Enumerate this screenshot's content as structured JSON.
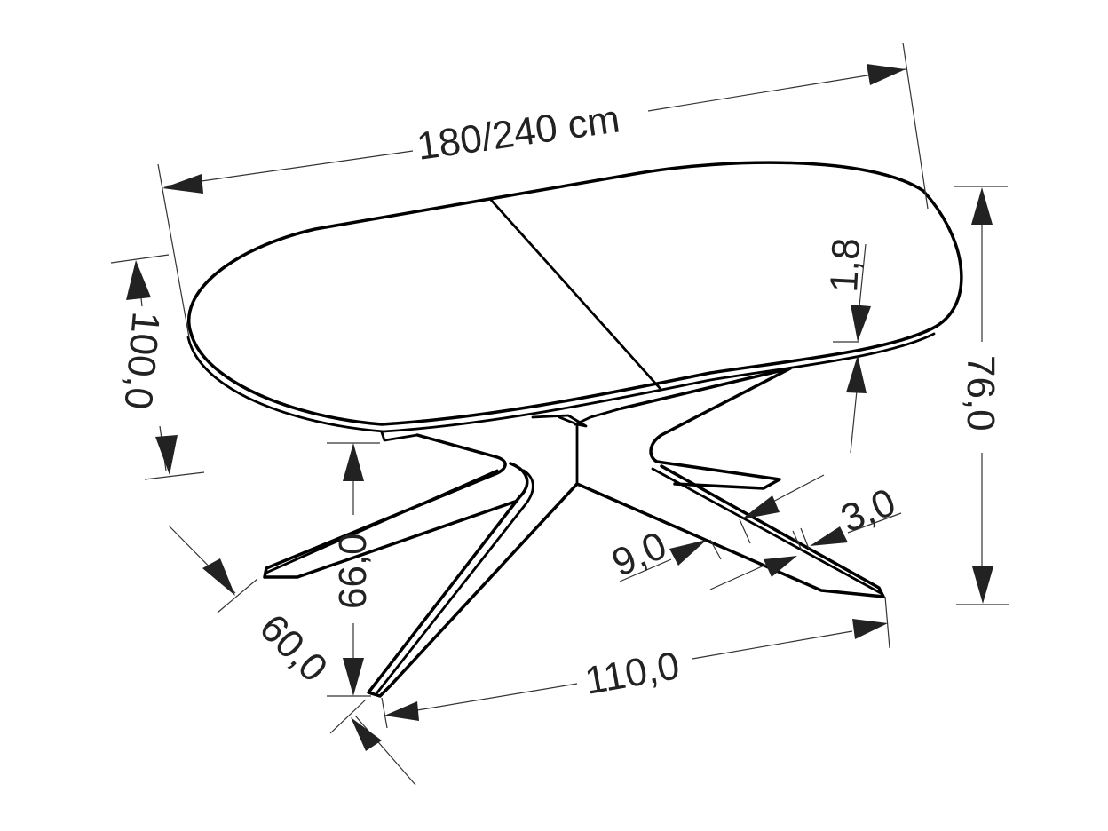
{
  "drawing": {
    "subject": "extendable oval dining table",
    "units": "cm",
    "line_color": "#000000",
    "text_color": "#222222",
    "background": "#ffffff"
  },
  "dimensions": {
    "length": "180/240 cm",
    "width": "100,0",
    "height": "76,0",
    "top_thickness": "1,8",
    "underside_clearance": "66,0",
    "leg_spread_depth": "60,0",
    "leg_spread_length": "110,0",
    "leg_width": "9,0",
    "leg_thickness": "3,0"
  }
}
